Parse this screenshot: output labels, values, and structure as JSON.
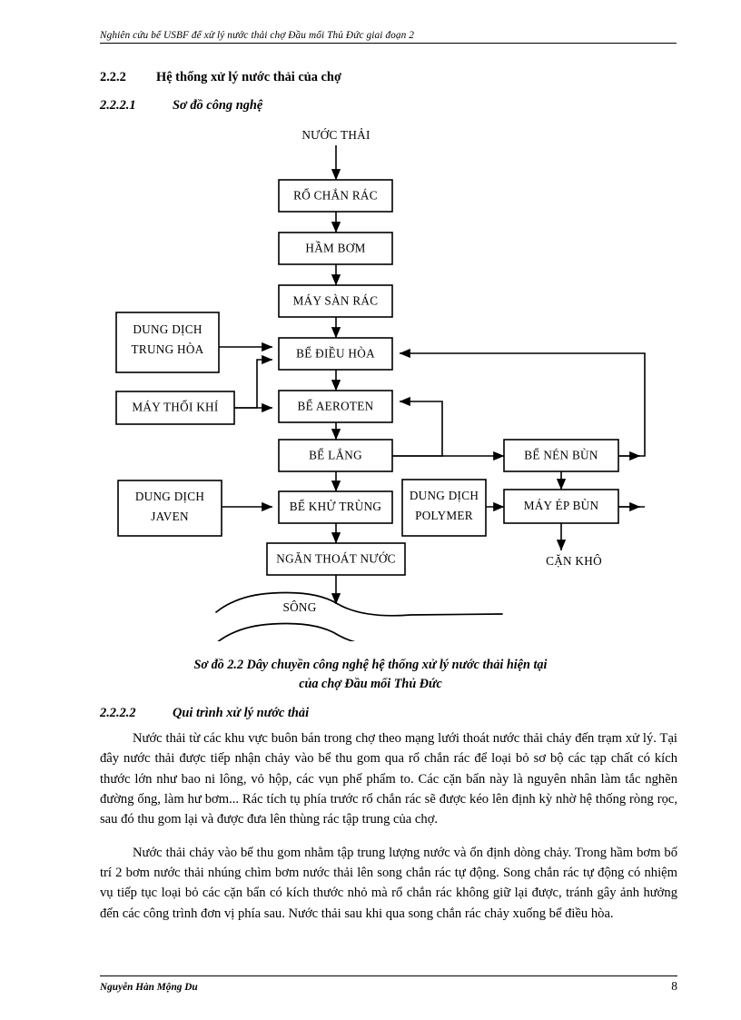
{
  "header": {
    "running_title": "Nghiên cứu bể USBF để xử lý nước thải chợ Đầu mối Thủ Đức giai đoạn 2"
  },
  "headings": {
    "s222_number": "2.2.2",
    "s222_title": "Hệ thống xử lý nước thải của chợ",
    "s2221_number": "2.2.2.1",
    "s2221_title": "Sơ đồ công nghệ",
    "s2222_number": "2.2.2.2",
    "s2222_title": "Qui trình xử lý nước thải"
  },
  "figure": {
    "caption_line1": "Sơ đồ 2.2 Dây chuyền công nghệ hệ thống xử lý nước thải hiện tại",
    "caption_line2": "của chợ Đầu mối Thủ Đức",
    "labels": {
      "inflow": "NƯỚC THẢI",
      "outflow_river": "SÔNG",
      "outflow_cake": "CẶN KHÔ"
    },
    "nodes": [
      {
        "id": "ro_chan_rac",
        "label": "RỔ CHẮN RÁC"
      },
      {
        "id": "ham_bom",
        "label": "HẦM BƠM"
      },
      {
        "id": "may_san_rac",
        "label": "MÁY SÀN RÁC"
      },
      {
        "id": "dd_trung_hoa",
        "label_line1": "DUNG DỊCH",
        "label_line2": "TRUNG HÒA"
      },
      {
        "id": "be_dieu_hoa",
        "label": "BỂ ĐIỀU HÒA"
      },
      {
        "id": "may_thoi_khi",
        "label": "MÁY THỔI KHÍ"
      },
      {
        "id": "be_aeroten",
        "label": "BỂ AEROTEN"
      },
      {
        "id": "be_lang",
        "label": "BỂ LẮNG"
      },
      {
        "id": "be_nen_bun",
        "label": "BỂ NÉN BÙN"
      },
      {
        "id": "dd_javen",
        "label_line1": "DUNG DỊCH",
        "label_line2": "JAVEN"
      },
      {
        "id": "be_khu_trung",
        "label": "BỂ KHỬ TRÙNG"
      },
      {
        "id": "dd_polymer",
        "label_line1": "DUNG DỊCH",
        "label_line2": "POLYMER"
      },
      {
        "id": "may_ep_bun",
        "label": "MÁY ÉP BÙN"
      },
      {
        "id": "ngan_thoat_nuoc",
        "label": "NGĂN THOÁT NƯỚC"
      }
    ]
  },
  "body": {
    "p1": "Nước thải từ các khu vực buôn bán trong chợ theo mạng lưới thoát nước thải chảy đến trạm xử lý. Tại đây nước thải  được tiếp nhận chảy vào bể thu gom qua rổ chắn rác để loại bỏ sơ bộ các tạp chất có kích thước lớn như bao ni lông, vỏ hộp, các vụn phế phẩm to. Các cặn bẩn này là nguyên nhân làm tắc nghẽn đường ống, làm hư bơm... Rác tích tụ phía trước rổ chắn rác sẽ được kéo lên định kỳ nhờ hệ thống ròng rọc, sau đó thu gom lại và được đưa lên thùng rác tập trung của chợ.",
    "p2": "Nước thải chảy vào bể thu gom nhằm tập trung lượng nước và ổn định dòng chảy. Trong hầm bơm bố trí 2 bơm nước thải nhúng chìm bơm nước thải lên song chắn rác tự động. Song chắn rác tự động có nhiệm vụ tiếp tục loại bỏ các cặn bẩn có kích thước nhỏ mà rổ chắn rác không giữ lại được, tránh gây ảnh hưởng đến các công trình đơn vị phía sau. Nước thải sau khi qua song chắn rác chảy xuống bể điều hòa."
  },
  "footer": {
    "author": "Nguyễn Hàn Mộng Du",
    "page_number": "8"
  }
}
